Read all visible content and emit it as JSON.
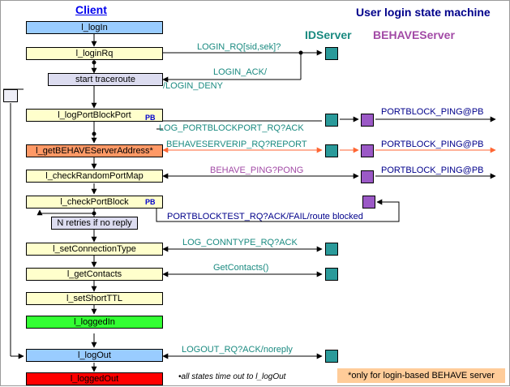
{
  "header": {
    "client": "Client",
    "title": "User login state machine",
    "idserver": "IDServer",
    "behaveserver": "BEHAVEServer"
  },
  "states": {
    "login": "l_logIn",
    "loginRq": "l_loginRq",
    "traceroute": "start traceroute",
    "logPortBlockPort": "l_logPortBlockPort",
    "getBehaveServerAddress": "l_getBEHAVEServerAddress*",
    "checkRandomPortMap": "l_checkRandomPortMap",
    "checkPortBlock": "l_checkPortBlock",
    "retries": "N retries if no reply",
    "setConnectionType": "l_setConnectionType",
    "getContacts": "l_getContacts",
    "setShortTTL": "l_setShortTTL",
    "loggedIn": "l_loggedIn",
    "logOut": "l_logOut",
    "loggedOut": "l_loggedOut"
  },
  "messages": {
    "loginRq": "LOGIN_RQ[sid,sek]?",
    "loginAck": "LOGIN_ACK/",
    "loginDeny": "/LOGIN_DENY",
    "logPortBlockPort": "LOG_PORTBLOCKPORT_RQ?ACK",
    "behaveServerIp": "BEHAVESERVERIP_RQ?REPORT",
    "behavePing": "BEHAVE_PING?PONG",
    "portBlockTest": "PORTBLOCKTEST_RQ?ACK/FAIL/route blocked",
    "connType": "LOG_CONNTYPE_RQ?ACK",
    "getContacts": "GetContacts()",
    "logout": "LOGOUT_RQ?ACK/noreply",
    "portblockPing1": "PORTBLOCK_PING@PB",
    "portblockPing2": "PORTBLOCK_PING@PB",
    "portblockPing3": "PORTBLOCK_PING@PB",
    "pb1": "PB",
    "pb2": "PB"
  },
  "notes": {
    "timeout": "•all states time out to l_logOut",
    "behaveOnly": "*only for login-based BEHAVE server"
  },
  "colors": {
    "blue_state": "#99ccff",
    "yellow_state": "#ffffcc",
    "orange_state": "#ff9966",
    "green_state": "#33ff33",
    "red_state": "#ff0000",
    "idserver": "#2a9a9a",
    "behaveserver": "#9b59c6",
    "message_teal": "#1a8a80",
    "message_purple": "#a24aa6",
    "message_navy": "#00008b",
    "orange_arrow": "#ff6633"
  }
}
